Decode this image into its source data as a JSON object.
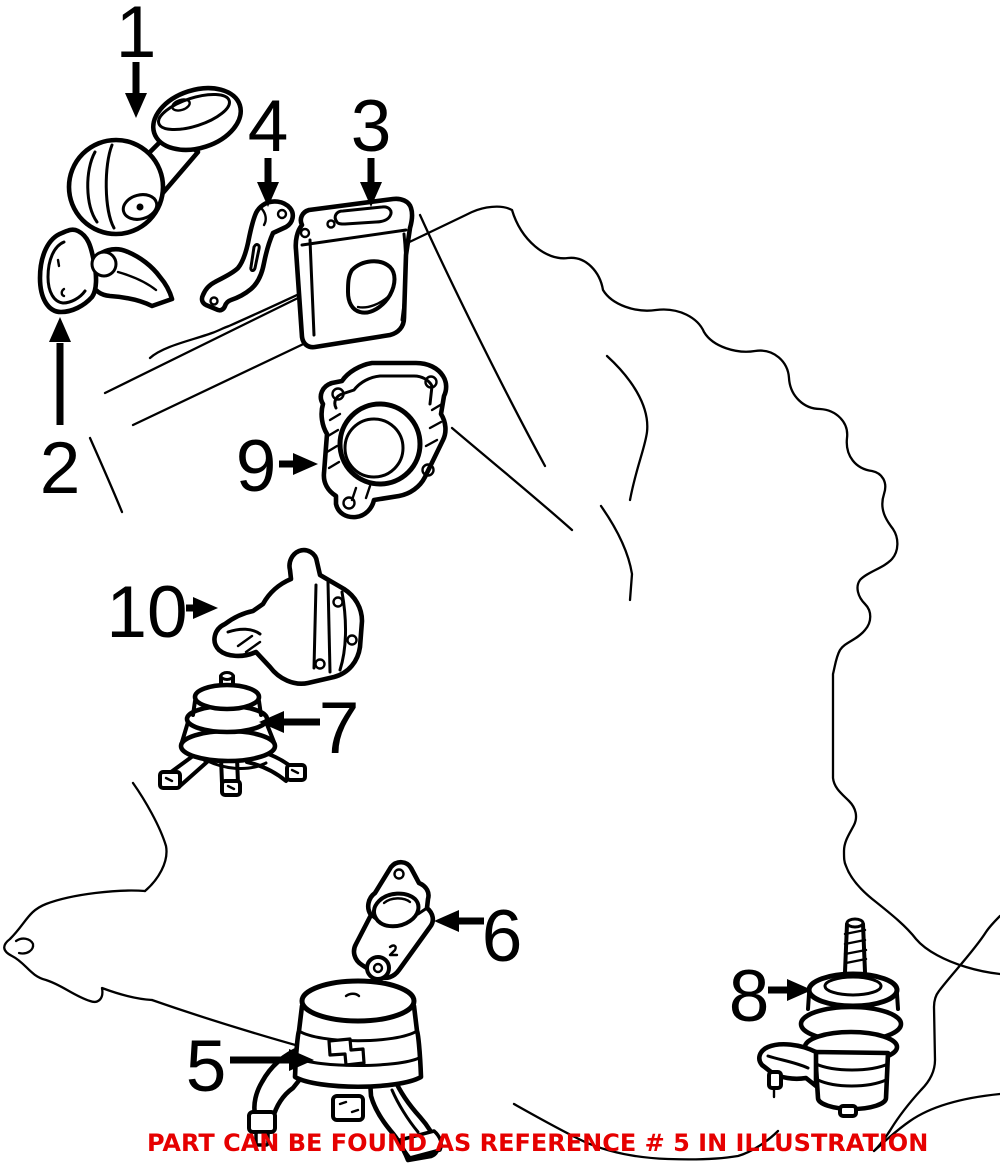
{
  "diagram": {
    "callouts": [
      {
        "num": "1"
      },
      {
        "num": "2"
      },
      {
        "num": "3"
      },
      {
        "num": "4"
      },
      {
        "num": "5"
      },
      {
        "num": "6"
      },
      {
        "num": "7"
      },
      {
        "num": "8"
      },
      {
        "num": "9"
      },
      {
        "num": "10"
      }
    ],
    "caption": {
      "text": "PART CAN BE FOUND AS REFERENCE # 5 IN ILLUSTRATION",
      "color": "#e60000"
    },
    "colors": {
      "ink": "#000000",
      "background": "#ffffff"
    }
  }
}
